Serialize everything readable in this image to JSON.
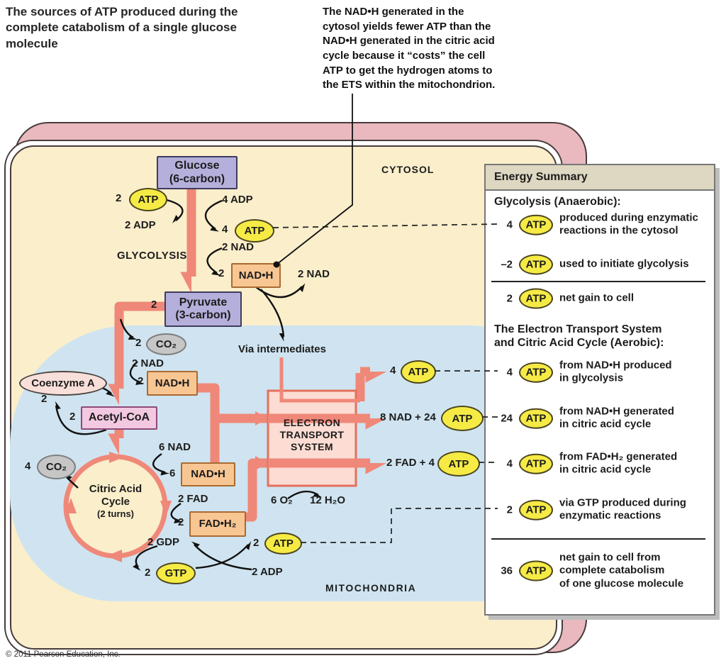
{
  "title": "The sources of ATP produced during the\ncomplete catabolism of a single glucose\nmolecule",
  "annotation": "The NAD•H generated in the\ncytosol yields fewer ATP than the\nNAD•H generated in the citric acid\ncycle because it “costs” the cell\nATP to get the hydrogen atoms to\nthe ETS within the mitochondrion.",
  "copyright": "© 2011 Pearson Education, Inc.",
  "regions": {
    "cytosol": "CYTOSOL",
    "mitochondria": "MITOCHONDRIA"
  },
  "diagram": {
    "glucose": "Glucose\n(6-carbon)",
    "glycolysis": "GLYCOLYSIS",
    "atp": "ATP",
    "gtp": "GTP",
    "atp_used_count": "2",
    "adp_out": "2 ADP",
    "adp_in": "4 ADP",
    "atp_made_count": "4",
    "nad_in": "2 NAD",
    "nadh": "NAD•H",
    "nadh_glyc_count": "2",
    "nad_regen": "2 NAD",
    "pyruvate": "Pyruvate\n(3-carbon)",
    "pyruvate_count": "2",
    "co2": "CO₂",
    "co2_pyruvate_count": "2",
    "nad_in2": "2 NAD",
    "nadh_acetyl_count": "2",
    "coenzyme": "Coenzyme A",
    "coenzyme_count": "2",
    "acetyl": "Acetyl-CoA",
    "acetyl_count": "2",
    "co2_citric_count": "4",
    "citric": "Citric Acid\nCycle",
    "citric_sub": "(2 turns)",
    "nad6": "6 NAD",
    "nadh_citric_count": "6",
    "fad2": "2 FAD",
    "fadh2": "FAD•H₂",
    "fadh2_count": "2",
    "gdp": "2 GDP",
    "gtp_count": "2",
    "atp_gtp_count": "2",
    "adp2": "2 ADP",
    "via": "Via intermediates",
    "ets": "ELECTRON\nTRANSPORT\nSYSTEM",
    "o2": "6 O₂",
    "h2o": "12 H₂O",
    "ets_out_top_count": "4",
    "ets_out_mid_pre": "8 NAD + 24",
    "ets_out_low_pre": "2 FAD + 4"
  },
  "panel": {
    "header": "Energy Summary",
    "glycolysis_heading": "Glycolysis (Anaerobic):",
    "aerobic_heading": "The Electron Transport System\nand Citric Acid Cycle (Aerobic):",
    "atp": "ATP",
    "rows": [
      {
        "num": "4",
        "desc": "produced during enzymatic\nreactions in the cytosol"
      },
      {
        "num": "–2",
        "desc": "used to initiate glycolysis"
      },
      {
        "num": "2",
        "desc": "net gain to cell"
      },
      {
        "num": "4",
        "desc": "from NAD•H produced\nin glycolysis"
      },
      {
        "num": "24",
        "desc": "from NAD•H generated\nin citric acid cycle"
      },
      {
        "num": "4",
        "desc": "from FAD•H₂ generated\nin citric acid cycle"
      },
      {
        "num": "2",
        "desc": "via GTP produced during\nenzymatic reactions"
      },
      {
        "num": "36",
        "desc": "net gain to cell from\ncomplete catabolism\nof one glucose molecule"
      }
    ]
  },
  "colors": {
    "cell_cream": "#faeecb",
    "membrane_pink": "#e9b9bf",
    "mitochondria_blue": "#cfe4f0",
    "flow_salmon": "#ef8878",
    "atp_yellow": "#f6eb45",
    "substrate_purple": "#b5afdb",
    "carrier_orange": "#f8c693",
    "acetyl_pink": "#f2c9e1",
    "panel_header_tan": "#ded8c2",
    "co2_gray": "#c6c6c6"
  }
}
